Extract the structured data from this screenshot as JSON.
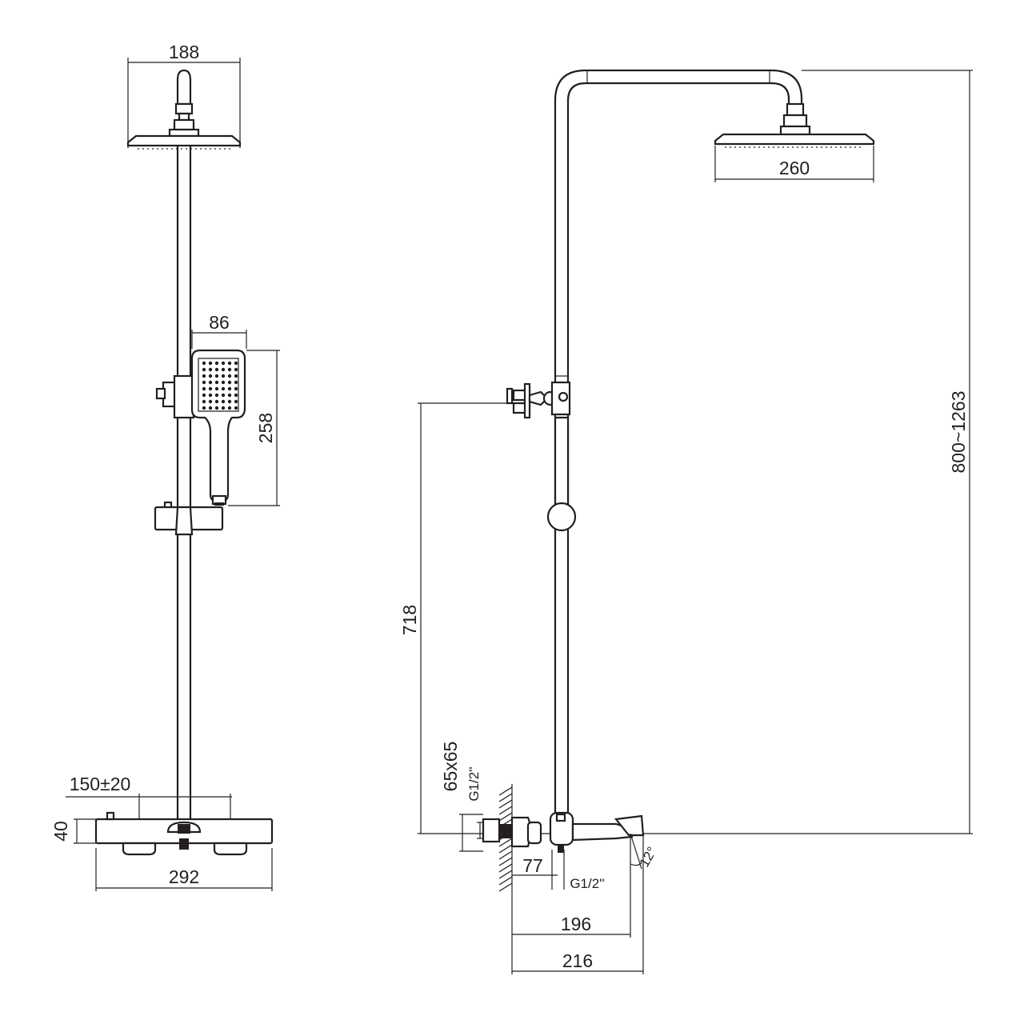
{
  "front_view": {
    "head_width": "188",
    "hand_shower_width": "86",
    "hand_shower_height": "258",
    "inlet_spacing": "150±20",
    "valve_depth": "40",
    "valve_width": "292"
  },
  "side_view": {
    "head_diameter": "260",
    "total_height": "800~1263",
    "holder_height": "718",
    "flange_size": "65x65",
    "inlet_thread": "G1/2''",
    "outlet_thread": "G1/2''",
    "outlet_offset": "77",
    "spout_length": "196",
    "valve_projection": "216",
    "spout_angle": "12°"
  },
  "colors": {
    "line": "#231f20",
    "background": "#ffffff"
  }
}
